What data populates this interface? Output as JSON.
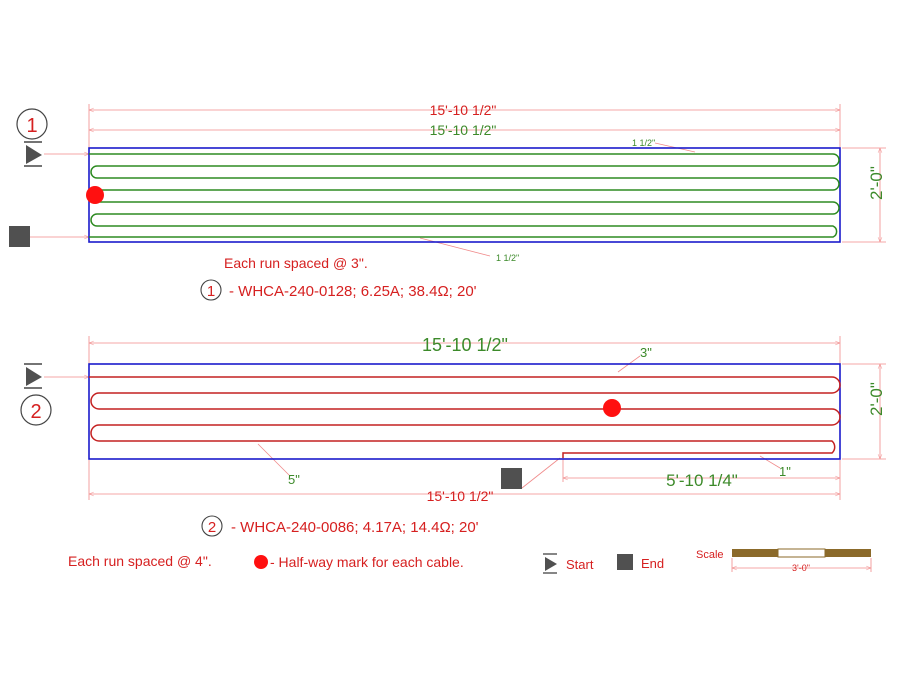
{
  "colors": {
    "dimension_line": "#f08a8a",
    "red_text": "#d62020",
    "green_text": "#3c8a2a",
    "border_blue": "#1a1acc",
    "cable1_green": "#2e8b22",
    "cable2_red": "#c42020",
    "halfway_dot": "#ff1010",
    "marker_gray": "#505050",
    "scale_brown": "#8b6a2a"
  },
  "heater_1": {
    "number": "1",
    "overall_length_red": "15'-10 1/2\"",
    "overall_length_green": "15'-10 1/2\"",
    "width": "2'-0\"",
    "edge_offset_top": "1 1/2\"",
    "edge_offset_bottom": "1 1/2\"",
    "run_spacing_note": "Each run spaced @ 3\".",
    "spec_number": "1",
    "spec": "- WHCA-240-0128; 6.25A; 38.4Ω; 20'"
  },
  "heater_2": {
    "number": "2",
    "overall_length_top": "15'-10 1/2\"",
    "overall_length_bottom": "15'-10 1/2\"",
    "width": "2'-0\"",
    "edge_offset_top": "3\"",
    "end_offset": "5\"",
    "corner_offset": "1\"",
    "partial_length": "5'-10 1/4\"",
    "spec_number": "2",
    "spec": "- WHCA-240-0086; 4.17A; 14.4Ω; 20'"
  },
  "legend": {
    "spacing_note": "Each run spaced @ 4\".",
    "halfway_label": "- Half-way mark for each cable.",
    "start_label": "Start",
    "end_label": "End",
    "start_icon": "start-triangle-icon",
    "end_icon": "end-square-icon"
  },
  "scale": {
    "label": "Scale",
    "length": "3'-0\""
  }
}
